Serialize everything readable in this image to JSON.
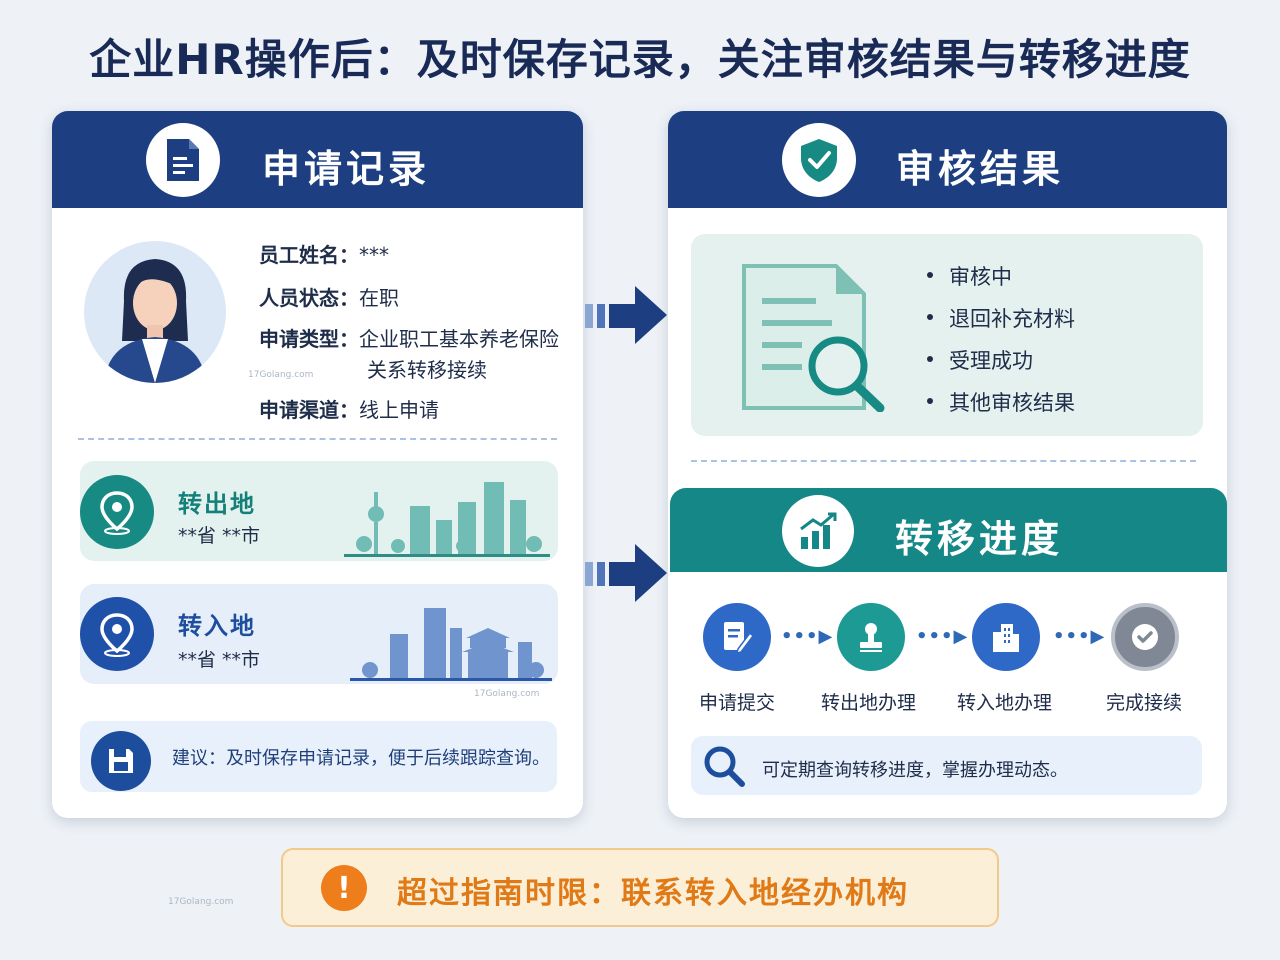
{
  "title": "企业HR操作后：及时保存记录，关注审核结果与转移进度",
  "record": {
    "header": "申请记录",
    "name_label": "员工姓名：",
    "name_value": "***",
    "status_label": "人员状态：",
    "status_value": "在职",
    "type_label": "申请类型：",
    "type_value_line1": "企业职工基本养老保险",
    "type_value_line2": "关系转移接续",
    "channel_label": "申请渠道：",
    "channel_value": "线上申请",
    "transfer_out_title": "转出地",
    "transfer_out_value": "**省 **市",
    "transfer_in_title": "转入地",
    "transfer_in_value": "**省 **市",
    "tip": "建议：及时保存申请记录，便于后续跟踪查询。"
  },
  "review": {
    "header": "审核结果",
    "items": [
      "审核中",
      "退回补充材料",
      "受理成功",
      "其他审核结果"
    ]
  },
  "progress": {
    "header": "转移进度",
    "steps": [
      "申请提交",
      "转出地办理",
      "转入地办理",
      "完成接续"
    ],
    "tip": "可定期查询转移进度，掌握办理动态。"
  },
  "warning": "超过指南时限：联系转入地经办机构",
  "watermark": "17Golang.com",
  "colors": {
    "navy": "#1d3f82",
    "teal": "#168787",
    "orange": "#e07a17",
    "blue": "#2e69b8"
  }
}
